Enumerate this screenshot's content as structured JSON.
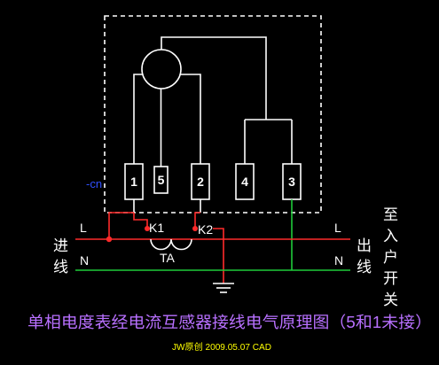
{
  "colors": {
    "background": "#000000",
    "wire": "#ffffff",
    "phase": "#ff2a2a",
    "neutral": "#1fcc3a",
    "title": "#b870ff",
    "footer": "#ffff00",
    "watermark": "#3050ff"
  },
  "meter": {
    "terminals": [
      "1",
      "5",
      "2",
      "4",
      "3"
    ]
  },
  "labels": {
    "k1": "K1",
    "k2": "K2",
    "ta": "TA",
    "l_in": "L",
    "n_in": "N",
    "l_out": "L",
    "n_out": "N",
    "incoming": [
      "进",
      "线"
    ],
    "outgoing": [
      "出",
      "线"
    ],
    "to_switch": [
      "至",
      "入",
      "户",
      "开",
      "关"
    ],
    "watermark": "-cn"
  },
  "title": "单相电度表经电流互感器接线电气原理图（5和1未接）",
  "footer": "JW原创 2009.05.07 CAD"
}
